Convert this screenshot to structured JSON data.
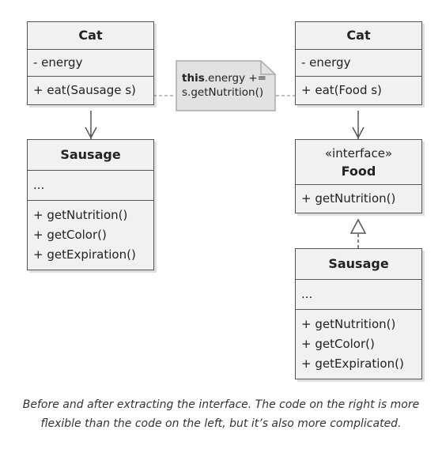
{
  "left": {
    "cat": {
      "name": "Cat",
      "fields": [
        "- energy"
      ],
      "methods": [
        "+ eat(Sausage s)"
      ]
    },
    "sausage": {
      "name": "Sausage",
      "fields": [
        "..."
      ],
      "methods": [
        "+ getNutrition()",
        "+ getColor()",
        "+ getExpiration()"
      ]
    }
  },
  "right": {
    "cat": {
      "name": "Cat",
      "fields": [
        "- energy"
      ],
      "methods": [
        "+ eat(Food s)"
      ]
    },
    "food": {
      "stereotype": "«interface»",
      "name": "Food",
      "methods": [
        "+ getNutrition()"
      ]
    },
    "sausage": {
      "name": "Sausage",
      "fields": [
        "..."
      ],
      "methods": [
        "+ getNutrition()",
        "+ getColor()",
        "+ getExpiration()"
      ]
    }
  },
  "note": {
    "keyword": "this",
    "line1_rest": ".energy +=",
    "line2": "s.getNutrition()"
  },
  "caption": {
    "line1": "Before and after extracting the interface. The code on the right is more",
    "line2": "flexible than the code on the left, but it’s also more complicated."
  }
}
